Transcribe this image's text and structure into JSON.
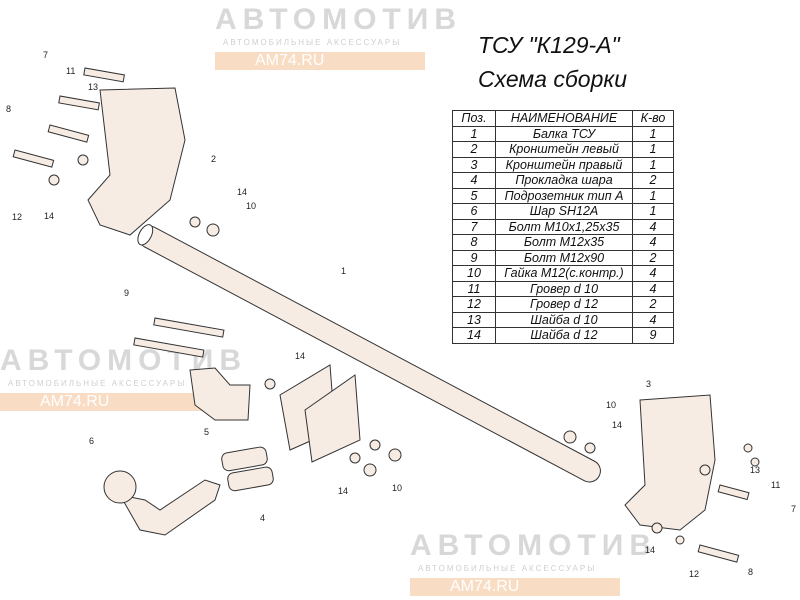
{
  "header": {
    "title": "ТСУ \"К129-А\"",
    "subtitle": "Схема сборки"
  },
  "watermark": {
    "logo": "АВТОМОТИВ",
    "tagline": "АВТОМОБИЛЬНЫЕ АКСЕССУАРЫ",
    "site": "AM74.RU"
  },
  "parts_table": {
    "headers": [
      "Поз.",
      "НАИМЕНОВАНИЕ",
      "К-во"
    ],
    "rows": [
      [
        "1",
        "Балка ТСУ",
        "1"
      ],
      [
        "2",
        "Кронштейн левый",
        "1"
      ],
      [
        "3",
        "Кронштейн правый",
        "1"
      ],
      [
        "4",
        "Прокладка шара",
        "2"
      ],
      [
        "5",
        "Подрозетник тип А",
        "1"
      ],
      [
        "6",
        "Шар SH12A",
        "1"
      ],
      [
        "7",
        "Болт М10х1,25х35",
        "4"
      ],
      [
        "8",
        "Болт М12х35",
        "4"
      ],
      [
        "9",
        "Болт М12х90",
        "2"
      ],
      [
        "10",
        "Гайка М12(с.контр.)",
        "4"
      ],
      [
        "11",
        "Гровер d 10",
        "4"
      ],
      [
        "12",
        "Гровер d 12",
        "2"
      ],
      [
        "13",
        "Шайба d 10",
        "4"
      ],
      [
        "14",
        "Шайба d 12",
        "9"
      ]
    ]
  },
  "callouts": [
    "7",
    "11",
    "13",
    "2",
    "8",
    "12",
    "14",
    "14",
    "10",
    "1",
    "9",
    "14",
    "5",
    "6",
    "4",
    "14",
    "10",
    "10",
    "14",
    "3",
    "13",
    "11",
    "7",
    "14",
    "12",
    "8"
  ],
  "colors": {
    "part_fill": "#f7ece4",
    "outline": "#333333",
    "watermark_orange": "#f6c9a6"
  }
}
